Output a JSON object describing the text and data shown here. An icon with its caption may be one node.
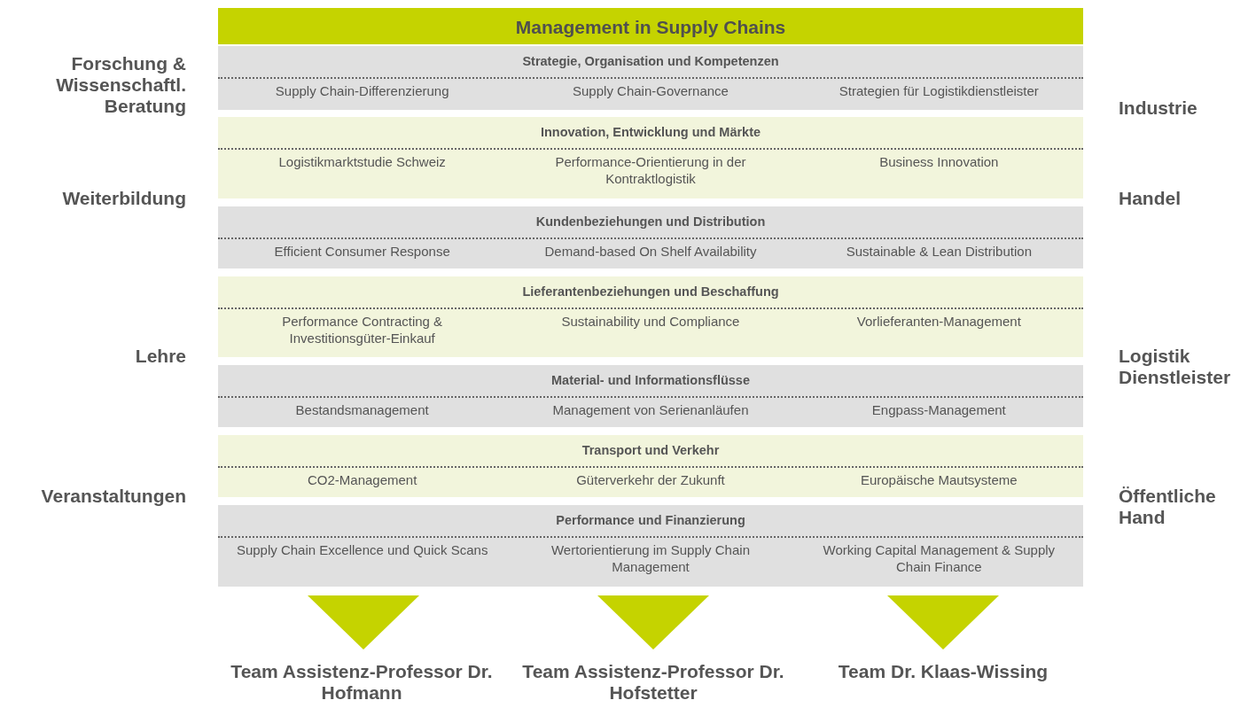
{
  "diagram": {
    "nodes": [
      {
        "text": [
          "Management in Supply Chains"
        ]
      },
      {
        "text": [
          "Strategie, Organisation und Kompetenzen",
          "Supply Chain-Differenzierung",
          "Supply Chain-Governance",
          "Strategien für Logistikdienstleister"
        ]
      },
      {
        "text": [
          "Innovation, Entwicklung und Märkte",
          "Logistikmarktstudie Schweiz",
          "Performance-Orientierung in der Kontraktlogistik",
          "Business Innovation"
        ]
      },
      {
        "text": [
          "Kundenbeziehungen und Distribution",
          "Efficient Consumer Response",
          "Demand-based On Shelf Availability",
          "Sustainable & Lean Distribution"
        ]
      },
      {
        "text": [
          "Lieferantenbeziehungen und Beschaffung",
          "Performance Contracting & Investitionsgüter-Einkauf",
          "Sustainability und Compliance",
          "Vorlieferanten-Management"
        ]
      },
      {
        "text": [
          "Material- und Informationsflüsse",
          "Bestandsmanagement",
          "Management von Serienanläufen",
          "Engpass-Management"
        ]
      },
      {
        "text": [
          "Transport und Verkehr",
          "CO2-Management",
          "Güterverkehr der Zukunft",
          "Europäische Mautsysteme"
        ]
      },
      {
        "text": [
          "Performance und Finanzierung",
          "Supply Chain Excellence und Quick Scans",
          "Wertorientierung im Supply Chain Management",
          "Working Capital Management & Supply Chain Finance"
        ]
      },
      {
        "text": [],
        "shape": "triangle"
      },
      {
        "text": [],
        "shape": "triangle"
      },
      {
        "text": [],
        "shape": "triangle"
      },
      {
        "text": [
          "Team Assistenz-Professor Dr. Hofmann"
        ]
      },
      {
        "text": [
          "Team Assistenz-Professor Dr. Hofstetter"
        ]
      },
      {
        "text": [
          "Team Dr. Klaas-Wissing"
        ]
      }
    ],
    "labels": [
      "Forschung & Wissenschaftl. Beratung",
      "Weiterbildung",
      "Lehre",
      "Veranstaltungen",
      "Industrie",
      "Handel",
      "Logistik Dienstleister",
      "Öffentliche Hand"
    ]
  }
}
